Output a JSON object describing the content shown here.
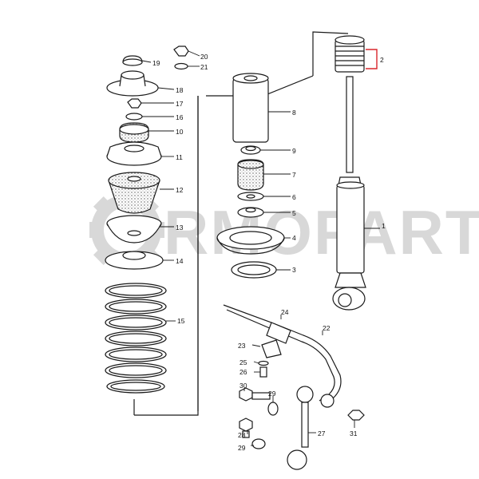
{
  "diagram": {
    "watermark": "RMOPARTS",
    "colors": {
      "line": "#1a1a1a",
      "ink": "#111111",
      "watermark": "#d4d4d4",
      "highlight": "#d8262c",
      "fill": "#ffffff",
      "shade": "#9a9a9a"
    },
    "callouts": [
      {
        "n": "1"
      },
      {
        "n": "2"
      },
      {
        "n": "3"
      },
      {
        "n": "4"
      },
      {
        "n": "5"
      },
      {
        "n": "6"
      },
      {
        "n": "7"
      },
      {
        "n": "8"
      },
      {
        "n": "9"
      },
      {
        "n": "10"
      },
      {
        "n": "11"
      },
      {
        "n": "12"
      },
      {
        "n": "13"
      },
      {
        "n": "14"
      },
      {
        "n": "15"
      },
      {
        "n": "16"
      },
      {
        "n": "17"
      },
      {
        "n": "18"
      },
      {
        "n": "19"
      },
      {
        "n": "20"
      },
      {
        "n": "21"
      },
      {
        "n": "22"
      },
      {
        "n": "23"
      },
      {
        "n": "24"
      },
      {
        "n": "25"
      },
      {
        "n": "26"
      },
      {
        "n": "27"
      },
      {
        "n": "28"
      },
      {
        "n": "29"
      },
      {
        "n": "29"
      },
      {
        "n": "30"
      },
      {
        "n": "31"
      }
    ],
    "highlighted_callout": "2"
  }
}
